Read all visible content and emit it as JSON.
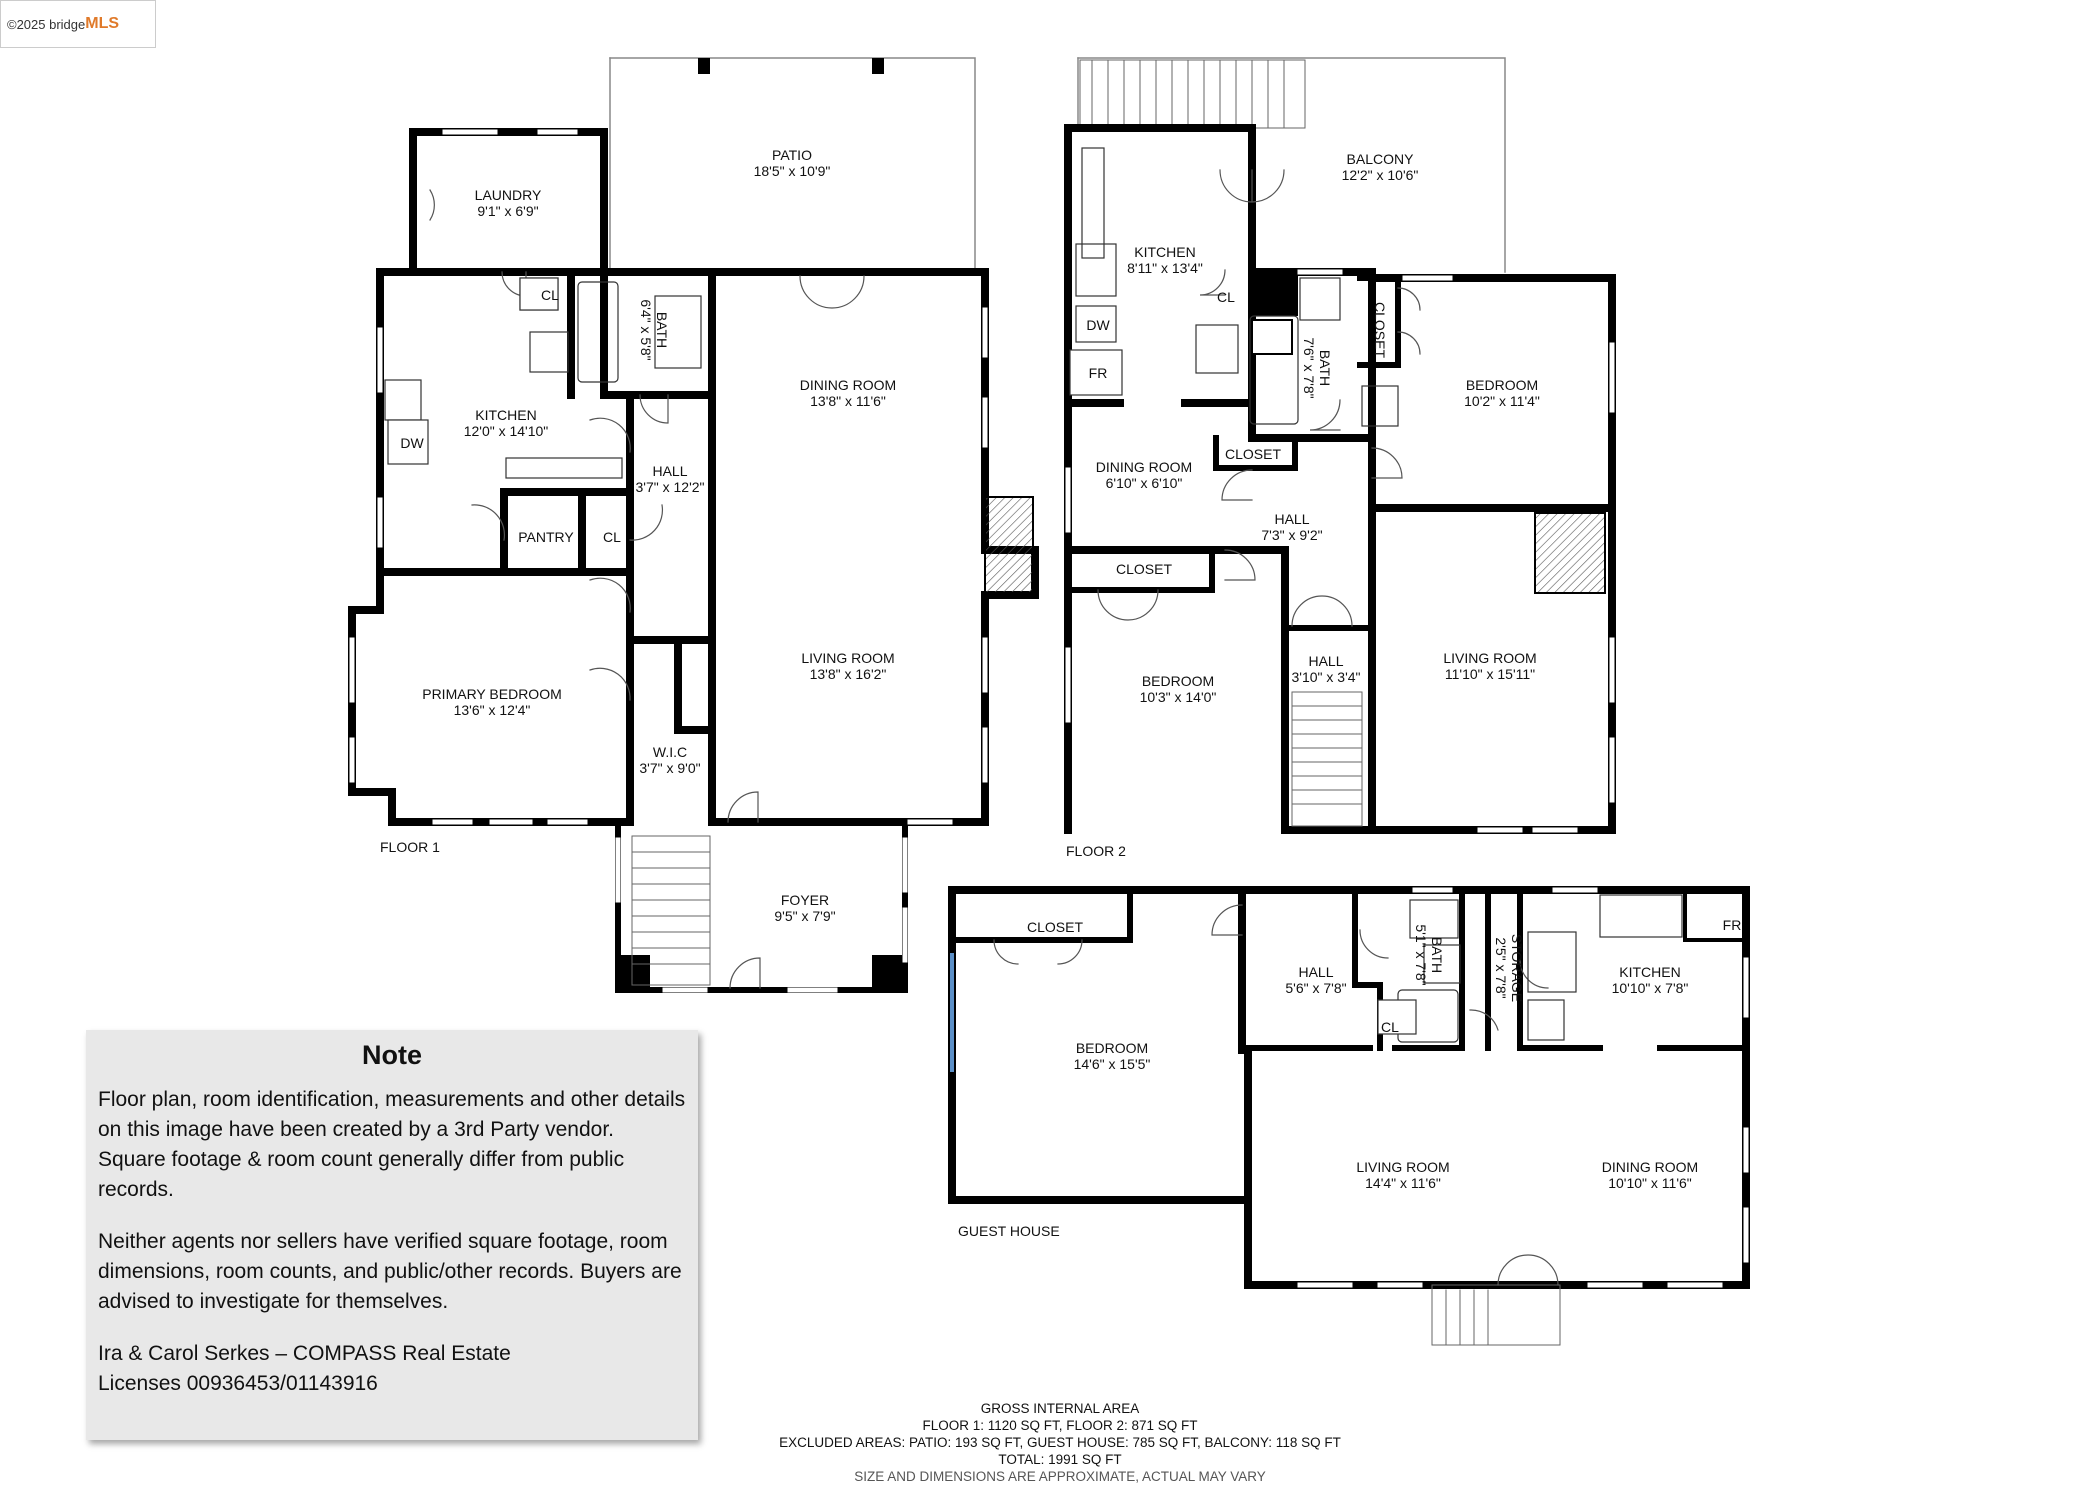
{
  "watermark": {
    "copyright": "©2025 bridge",
    "brand": "MLS"
  },
  "floors": {
    "floor1": "FLOOR 1",
    "floor2": "FLOOR 2",
    "guest": "GUEST HOUSE"
  },
  "rooms": {
    "f1_patio": [
      "PATIO",
      "18'5\" x 10'9\""
    ],
    "f1_laundry": [
      "LAUNDRY",
      "9'1\" x 6'9\""
    ],
    "f1_kitchen": [
      "KITCHEN",
      "12'0\" x 14'10\""
    ],
    "f1_bath": [
      "BATH",
      "6'4\" x 5'8\""
    ],
    "f1_hall": [
      "HALL",
      "3'7\" x 12'2\""
    ],
    "f1_dining": [
      "DINING ROOM",
      "13'8\" x 11'6\""
    ],
    "f1_living": [
      "LIVING ROOM",
      "13'8\" x 16'2\""
    ],
    "f1_primary": [
      "PRIMARY BEDROOM",
      "13'6\" x 12'4\""
    ],
    "f1_wic": [
      "W.I.C",
      "3'7\" x 9'0\""
    ],
    "f1_foyer": [
      "FOYER",
      "9'5\" x 7'9\""
    ],
    "f2_kitchen": [
      "KITCHEN",
      "8'11\" x 13'4\""
    ],
    "f2_balcony": [
      "BALCONY",
      "12'2\" x 10'6\""
    ],
    "f2_bath": [
      "BATH",
      "7'6\" x 7'8\""
    ],
    "f2_bedroom_a": [
      "BEDROOM",
      "10'2\" x 11'4\""
    ],
    "f2_dining": [
      "DINING ROOM",
      "6'10\" x 6'10\""
    ],
    "f2_hall_a": [
      "HALL",
      "7'3\" x 9'2\""
    ],
    "f2_bedroom_b": [
      "BEDROOM",
      "10'3\" x 14'0\""
    ],
    "f2_hall_b": [
      "HALL",
      "3'10\" x 3'4\""
    ],
    "f2_living": [
      "LIVING ROOM",
      "11'10\" x 15'11\""
    ],
    "gh_bedroom": [
      "BEDROOM",
      "14'6\" x 15'5\""
    ],
    "gh_hall": [
      "HALL",
      "5'6\" x 7'8\""
    ],
    "gh_bath": [
      "BATH",
      "5'1\" x 7'8\""
    ],
    "gh_storage": [
      "STORAGE",
      "2'5\" x 7'8\""
    ],
    "gh_kitchen": [
      "KITCHEN",
      "10'10\" x 7'8\""
    ],
    "gh_living": [
      "LIVING ROOM",
      "14'4\" x 11'6\""
    ],
    "gh_dining": [
      "DINING ROOM",
      "10'10\" x 11'6\""
    ]
  },
  "fixtures": {
    "cl": "CL",
    "dw": "DW",
    "fr": "FR",
    "pantry": "PANTRY",
    "closet": "CLOSET"
  },
  "note": {
    "title": "Note",
    "p1": "Floor plan, room identification, measurements and other details on this image have been created by a 3rd Party vendor. Square footage & room count generally differ from public records.",
    "p2": "Neither agents nor sellers have verified square footage, room dimensions, room counts, and public/other records. Buyers are advised to investigate for themselves.",
    "p3a": "Ira & Carol Serkes – COMPASS Real Estate",
    "p3b": "Licenses 00936453/01143916"
  },
  "area": {
    "heading": "GROSS INTERNAL AREA",
    "line1": "FLOOR 1: 1120 SQ FT, FLOOR 2: 871 SQ FT",
    "line2": "EXCLUDED AREAS: PATIO: 193 SQ FT, GUEST HOUSE: 785 SQ FT, BALCONY: 118 SQ FT",
    "total": "TOTAL: 1991 SQ FT",
    "disclaimer": "SIZE AND DIMENSIONS ARE APPROXIMATE, ACTUAL MAY VARY"
  }
}
